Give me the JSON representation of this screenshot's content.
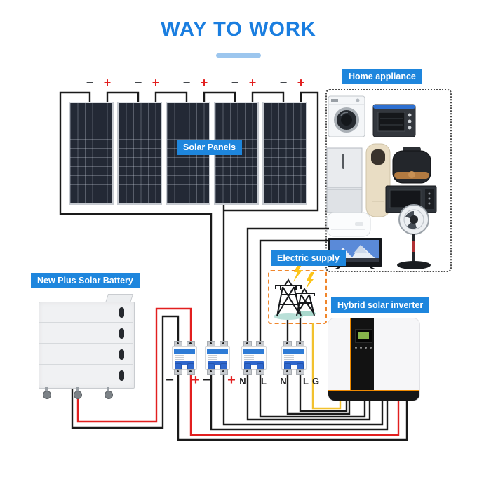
{
  "title": {
    "text": "WAY TO WORK"
  },
  "sections": {
    "solar_panels_label": "Solar Panels",
    "home_appliance_label": "Home appliance",
    "electric_supply_label": "Electric supply",
    "battery_label": "New Plus Solar Battery",
    "inverter_label": "Hybrid solar inverter"
  },
  "solar": {
    "panel_count": 5,
    "terminals": [
      "−",
      "+",
      "−",
      "+",
      "−",
      "+",
      "−",
      "+",
      "−",
      "+"
    ]
  },
  "breaker_labels": [
    "−",
    "+",
    "−",
    "+",
    "N",
    "L",
    "N",
    "L",
    "G"
  ],
  "appliance_icons": [
    "washing-machine",
    "oven",
    "refrigerator",
    "floor-ac",
    "rice-cooker",
    "microwave",
    "wall-ac",
    "tv",
    "stand-fan"
  ],
  "colors": {
    "accent_blue": "#1e86dd",
    "title_blue": "#1a7ee0",
    "underline_blue": "#9cc6ee",
    "wire_black": "#1a1a1a",
    "wire_red": "#e21f1f",
    "wire_ground_yellow": "#f2c12e",
    "dashed_orange": "#f0862b",
    "breaker_blue": "#2e66cc",
    "lightning_yellow": "#fcc419"
  }
}
